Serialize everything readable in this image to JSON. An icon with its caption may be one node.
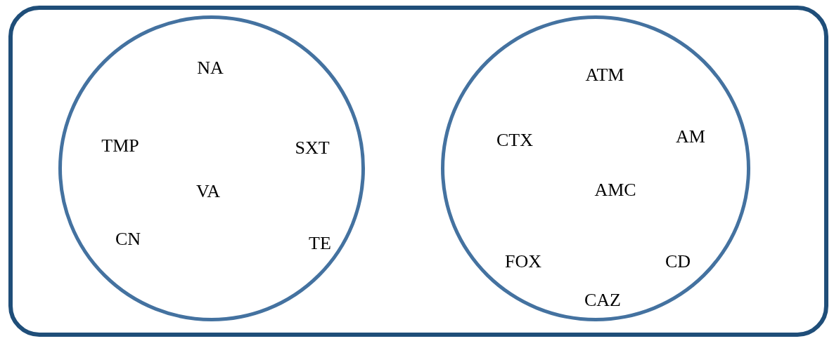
{
  "diagram": {
    "nodes": [
      {
        "text": [],
        "shape": "box"
      },
      {
        "text": [
          "NA",
          "TMP",
          "SXT",
          "VA",
          "CN",
          "TE"
        ],
        "in": 0
      },
      {
        "text": [
          "ATM",
          "CTX",
          "AM",
          "AMC",
          "FOX",
          "CD",
          "CAZ"
        ],
        "in": 0
      }
    ]
  }
}
